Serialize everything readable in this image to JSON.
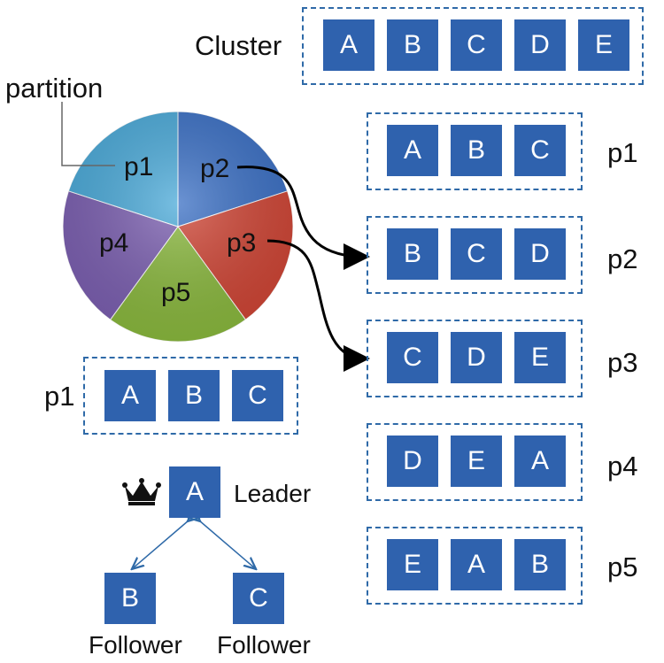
{
  "cluster": {
    "label": "Cluster",
    "nodes": [
      "A",
      "B",
      "C",
      "D",
      "E"
    ]
  },
  "pie": {
    "partition_label": "partition",
    "slices": [
      {
        "label": "p1",
        "color": "#4aa9d8"
      },
      {
        "label": "p2",
        "color": "#3a6fc4"
      },
      {
        "label": "p3",
        "color": "#cf4535"
      },
      {
        "label": "p4",
        "color": "#7b5fb0"
      },
      {
        "label": "p5",
        "color": "#8ab83e"
      }
    ]
  },
  "partitions": [
    {
      "label": "p1",
      "nodes": [
        "A",
        "B",
        "C"
      ]
    },
    {
      "label": "p2",
      "nodes": [
        "B",
        "C",
        "D"
      ]
    },
    {
      "label": "p3",
      "nodes": [
        "C",
        "D",
        "E"
      ]
    },
    {
      "label": "p4",
      "nodes": [
        "D",
        "E",
        "A"
      ]
    },
    {
      "label": "p5",
      "nodes": [
        "E",
        "A",
        "B"
      ]
    }
  ],
  "detail": {
    "label": "p1",
    "nodes": [
      "A",
      "B",
      "C"
    ]
  },
  "replication": {
    "leader_node": "A",
    "leader_label": "Leader",
    "followers": [
      {
        "node": "B",
        "label": "Follower"
      },
      {
        "node": "C",
        "label": "Follower"
      }
    ]
  },
  "colors": {
    "node_fill": "#2f62ae",
    "dash_border": "#2f6aa8"
  },
  "icons": [
    "crown-icon"
  ]
}
